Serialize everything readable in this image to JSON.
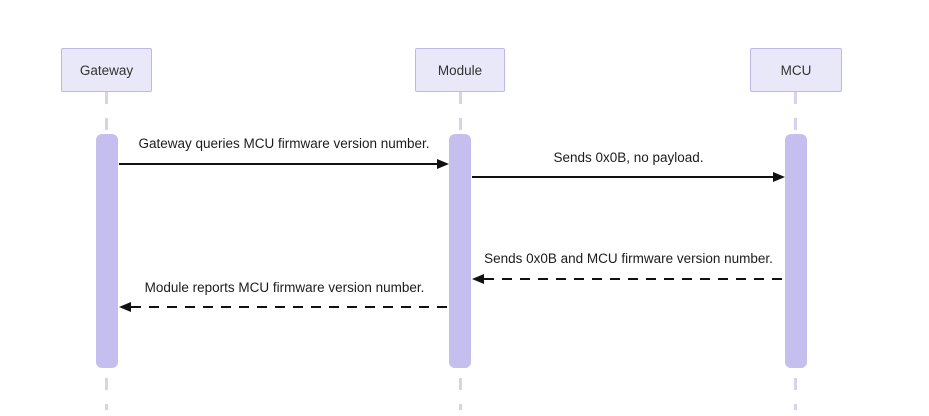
{
  "diagram": {
    "type": "sequence-diagram",
    "participants": [
      {
        "name": "Gateway"
      },
      {
        "name": "Module"
      },
      {
        "name": "MCU"
      }
    ],
    "messages": [
      {
        "from": "Gateway",
        "to": "Module",
        "text": "Gateway queries MCU firmware version number.",
        "line_style": "solid",
        "direction": "right"
      },
      {
        "from": "Module",
        "to": "MCU",
        "text": "Sends 0x0B, no payload.",
        "line_style": "solid",
        "direction": "right"
      },
      {
        "from": "MCU",
        "to": "Module",
        "text": "Sends 0x0B and MCU firmware version number.",
        "line_style": "dashed",
        "direction": "left"
      },
      {
        "from": "Module",
        "to": "Gateway",
        "text": "Module reports MCU firmware version number.",
        "line_style": "dashed",
        "direction": "left"
      }
    ],
    "colors": {
      "background": "#FFFFFF",
      "participant_fill": "#E9E8F9",
      "participant_border": "#BDB8E8",
      "activation_fill": "#C5BFF0",
      "lifeline": "#D7D2F2",
      "arrow": "#111111",
      "text": "#1C1C1C"
    }
  }
}
